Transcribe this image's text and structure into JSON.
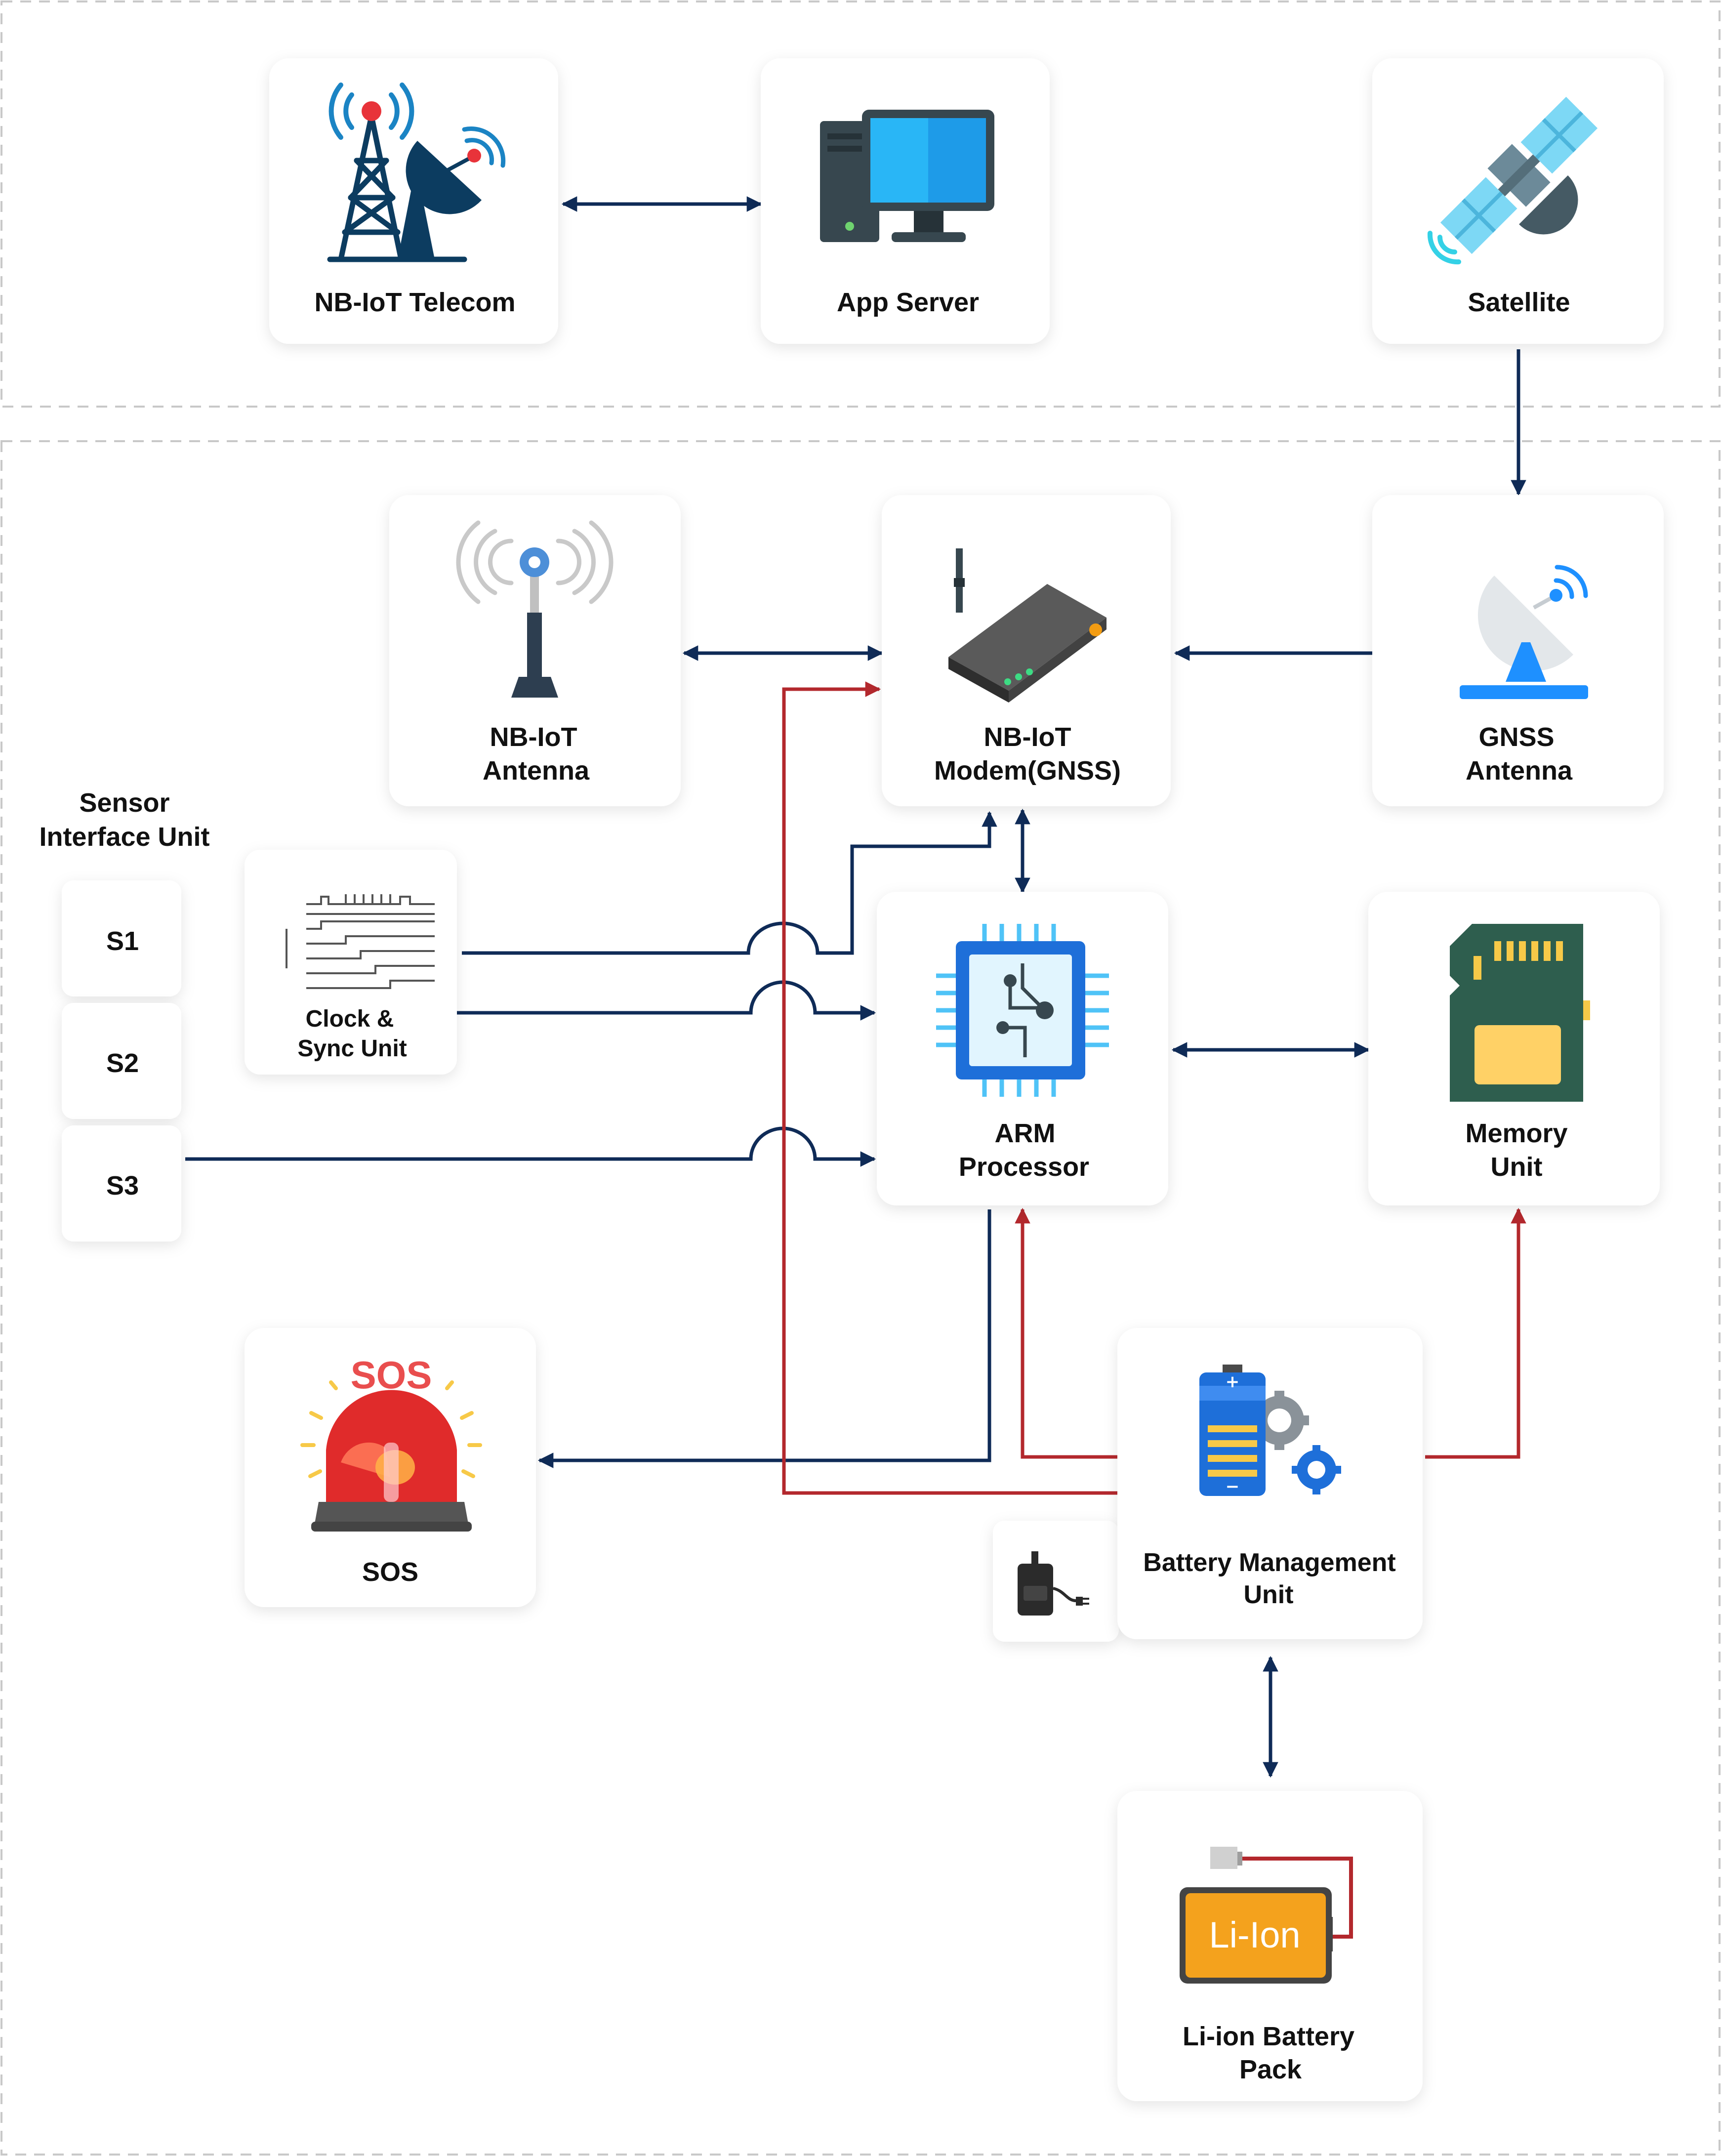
{
  "colors": {
    "data_link": "#0f2b57",
    "power_link": "#b3282d",
    "card_background": "#ffffff",
    "region_border": "#c8c8c8",
    "label_text": "#111111"
  },
  "top_region": {
    "telecom": {
      "label": "NB-IoT Telecom",
      "icon": "telecom-tower-dish-icon"
    },
    "server": {
      "label": "App Server",
      "icon": "desktop-computer-icon"
    },
    "satellite": {
      "label": "Satellite",
      "icon": "satellite-icon"
    }
  },
  "device_region": {
    "nbiot_antenna": {
      "line1": "NB-IoT",
      "line2": "Antenna",
      "icon": "antenna-icon"
    },
    "modem": {
      "line1": "NB-IoT",
      "line2": "Modem(GNSS)",
      "icon": "router-modem-icon"
    },
    "gnss_antenna": {
      "line1": "GNSS",
      "line2": "Antenna",
      "icon": "satellite-dish-icon"
    },
    "sensor_unit": {
      "title_line1": "Sensor",
      "title_line2": "Interface Unit",
      "sensors": [
        "S1",
        "S2",
        "S3"
      ]
    },
    "clock": {
      "line1": "Clock &",
      "line2": "Sync Unit",
      "icon": "timing-diagram-icon"
    },
    "processor": {
      "line1": "ARM",
      "line2": "Processor",
      "icon": "cpu-chip-icon"
    },
    "memory": {
      "line1": "Memory",
      "line2": "Unit",
      "icon": "sd-card-icon"
    },
    "sos": {
      "label": "SOS",
      "icon_text": "SOS",
      "icon": "alarm-siren-icon"
    },
    "bmu": {
      "line1": "Battery Management",
      "line2": "Unit",
      "icon": "battery-gear-icon",
      "charger_icon": "charger-plug-icon"
    },
    "battery": {
      "line1": "Li-ion Battery",
      "line2": "Pack",
      "icon_text": "Li-Ion",
      "icon": "li-ion-battery-icon"
    }
  }
}
